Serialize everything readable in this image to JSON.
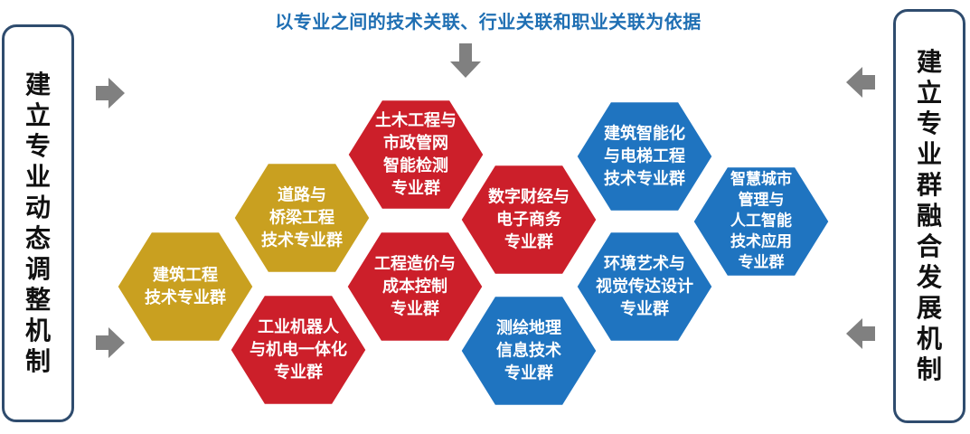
{
  "headline": "以专业之间的技术关联、行业关联和职业关联为依据",
  "left_box": {
    "lines": [
      "建",
      "立",
      "专",
      "业",
      "动",
      "态",
      "调",
      "整",
      "机",
      "制"
    ]
  },
  "right_box": {
    "lines": [
      "建",
      "立",
      "专",
      "业",
      "群",
      "融",
      "合",
      "发",
      "展",
      "机",
      "制"
    ]
  },
  "colors": {
    "gold": "#c9a020",
    "red": "#cc1f2a",
    "blue": "#1f74c0",
    "arrow": "#808080",
    "border": "#2f4c6e",
    "headline": "#1f6fb3"
  },
  "hexagons": [
    {
      "id": "civil",
      "color": "red",
      "lines": [
        "土木工程与",
        "市政管网",
        "智能检测",
        "专业群"
      ]
    },
    {
      "id": "road",
      "color": "gold",
      "lines": [
        "道路与",
        "桥梁工程",
        "技术专业群"
      ]
    },
    {
      "id": "construction",
      "color": "gold",
      "lines": [
        "建筑工程",
        "技术专业群"
      ]
    },
    {
      "id": "robot",
      "color": "red",
      "lines": [
        "工业机器人",
        "与机电一体化",
        "专业群"
      ]
    },
    {
      "id": "cost",
      "color": "red",
      "lines": [
        "工程造价与",
        "成本控制",
        "专业群"
      ]
    },
    {
      "id": "digital",
      "color": "red",
      "lines": [
        "数字财经与",
        "电子商务",
        "专业群"
      ]
    },
    {
      "id": "survey",
      "color": "blue",
      "lines": [
        "测绘地理",
        "信息技术",
        "专业群"
      ]
    },
    {
      "id": "smart-building",
      "color": "blue",
      "lines": [
        "建筑智能化",
        "与电梯工程",
        "技术专业群"
      ]
    },
    {
      "id": "env-art",
      "color": "blue",
      "lines": [
        "环境艺术与",
        "视觉传达设计",
        "专业群"
      ]
    },
    {
      "id": "smart-city",
      "color": "blue",
      "lines": [
        "智慧城市",
        "管理与",
        "人工智能",
        "技术应用",
        "专业群"
      ]
    }
  ]
}
